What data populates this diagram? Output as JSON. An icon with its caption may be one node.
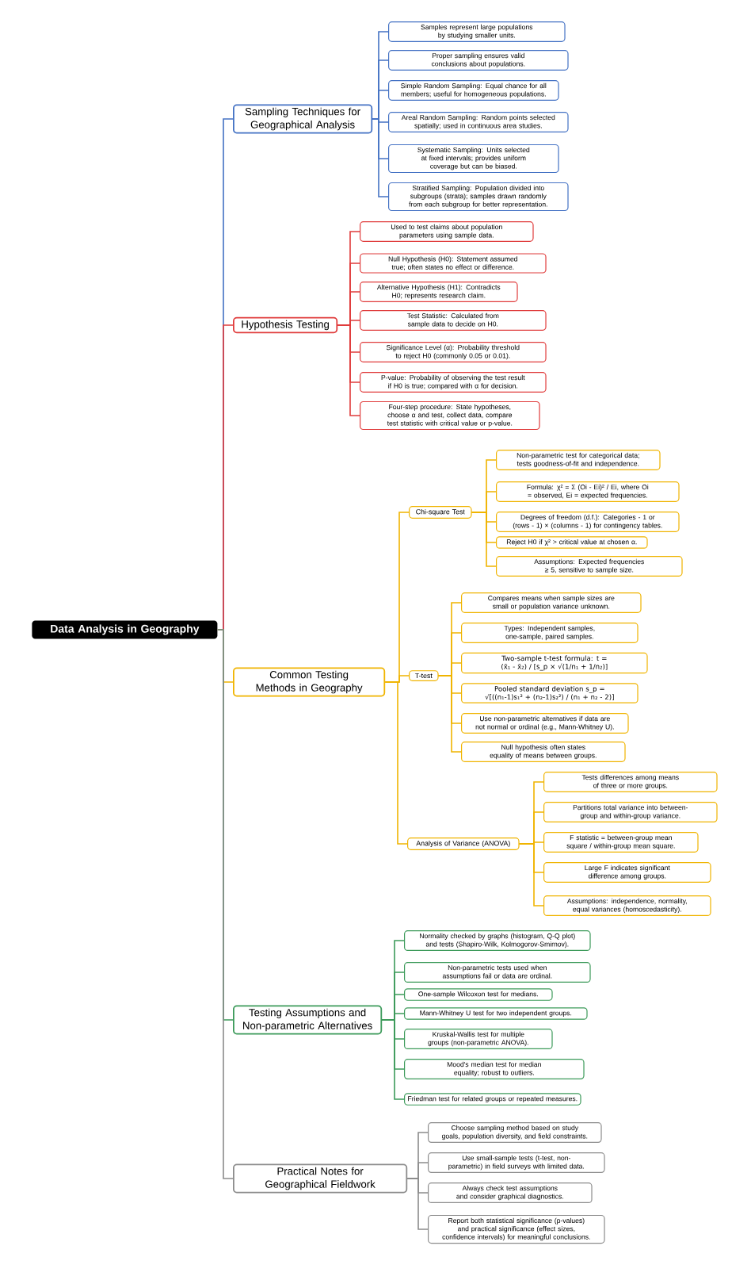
{
  "diagram": {
    "nodes": [
      {
        "text": [
          "Data Analysis in Geography"
        ]
      },
      {
        "text": [
          "Sampling Techniques for Geographical Analysis"
        ]
      },
      {
        "text": [
          "Samples represent large populations by studying smaller units."
        ]
      },
      {
        "text": [
          "Proper sampling ensures valid conclusions about populations."
        ]
      },
      {
        "text": [
          "Simple Random Sampling: Equal chance for all members; useful for homogeneous populations."
        ]
      },
      {
        "text": [
          "Areal Random Sampling: Random points selected spatially; used in continuous area studies."
        ]
      },
      {
        "text": [
          "Systematic Sampling: Units selected at fixed intervals; provides uniform coverage but can be biased."
        ]
      },
      {
        "text": [
          "Stratified Sampling: Population divided into subgroups (strata); samples drawn randomly from each subgroup for better representation."
        ]
      },
      {
        "text": [
          "Hypothesis Testing"
        ]
      },
      {
        "text": [
          "Used to test claims about population parameters using sample data."
        ]
      },
      {
        "text": [
          "Null Hypothesis (H0): Statement assumed true; often states no effect or difference."
        ]
      },
      {
        "text": [
          "Alternative Hypothesis (H1): Contradicts H0; represents research claim."
        ]
      },
      {
        "text": [
          "Test Statistic: Calculated from sample data to decide on H0."
        ]
      },
      {
        "text": [
          "Significance Level (α): Probability threshold to reject H0 (commonly 0.05 or 0.01)."
        ]
      },
      {
        "text": [
          "P-value: Probability of observing the test result if H0 is true; compared with α for decision."
        ]
      },
      {
        "text": [
          "Four-step procedure: State hypotheses, choose α and test, collect data, compare test statistic with critical value or p-value."
        ]
      },
      {
        "text": [
          "Common Testing Methods in Geography"
        ]
      },
      {
        "text": [
          "Chi-square Test"
        ]
      },
      {
        "text": [
          "Non-parametric test for categorical data; tests goodness-of-fit and independence."
        ]
      },
      {
        "text": [
          "Formula: χ² = Σ (Oi - Ei)² / Ei, where Oi = observed, Ei = expected frequencies."
        ]
      },
      {
        "text": [
          "Degrees of freedom (d.f.): Categories - 1 or (rows - 1) × (columns - 1) for contingency tables."
        ]
      },
      {
        "text": [
          "Reject H0 if χ² > critical value at chosen α."
        ]
      },
      {
        "text": [
          "Assumptions: Expected frequencies ≥ 5, sensitive to sample size."
        ]
      },
      {
        "text": [
          "T-test"
        ]
      },
      {
        "text": [
          "Compares means when sample sizes are small or population variance unknown."
        ]
      },
      {
        "text": [
          "Types: Independent samples, one-sample, paired samples."
        ]
      },
      {
        "text": [
          "Two-sample t-test formula: t = (x̄₁ - x̄₂) / [s_p × √(1/n₁ + 1/n₂)]"
        ]
      },
      {
        "text": [
          "Pooled standard deviation s_p = √[((n₁-1)s₁² + (n₂-1)s₂²) / (n₁ + n₂ - 2)]"
        ]
      },
      {
        "text": [
          "Use non-parametric alternatives if data are not normal or ordinal (e.g., Mann-Whitney U)."
        ]
      },
      {
        "text": [
          "Null hypothesis often states equality of means between groups."
        ]
      },
      {
        "text": [
          "Analysis of Variance (ANOVA)"
        ]
      },
      {
        "text": [
          "Tests differences among means of three or more groups."
        ]
      },
      {
        "text": [
          "Partitions total variance into between-group and within-group variance."
        ]
      },
      {
        "text": [
          "F statistic = between-group mean square / within-group mean square."
        ]
      },
      {
        "text": [
          "Large F indicates significant difference among groups."
        ]
      },
      {
        "text": [
          "Assumptions: independence, normality, equal variances (homoscedasticity)."
        ]
      },
      {
        "text": [
          "Testing Assumptions and Non-parametric Alternatives"
        ]
      },
      {
        "text": [
          "Normality checked by graphs (histogram, Q-Q plot) and tests (Shapiro-Wilk, Kolmogorov-Smirnov)."
        ]
      },
      {
        "text": [
          "Non-parametric tests used when assumptions fail or data are ordinal."
        ]
      },
      {
        "text": [
          "One-sample Wilcoxon test for medians."
        ]
      },
      {
        "text": [
          "Mann-Whitney U test for two independent groups."
        ]
      },
      {
        "text": [
          "Kruskal-Wallis test for multiple groups (non-parametric ANOVA)."
        ]
      },
      {
        "text": [
          "Mood's median test for median equality; robust to outliers."
        ]
      },
      {
        "text": [
          "Friedman test for related groups or repeated measures."
        ]
      },
      {
        "text": [
          "Practical Notes for Geographical Fieldwork"
        ]
      },
      {
        "text": [
          "Choose sampling method based on study goals, population diversity, and field constraints."
        ]
      },
      {
        "text": [
          "Use small-sample tests (t-test, non-parametric) in field surveys with limited data."
        ]
      },
      {
        "text": [
          "Always check test assumptions and consider graphical diagnostics."
        ]
      },
      {
        "text": [
          "Report both statistical significance (p-values) and practical significance (effect sizes, confidence intervals) for meaningful conclusions."
        ]
      }
    ],
    "edges": [
      {
        "from": 0,
        "to": 1,
        "arrow": "none",
        "color": "#4472c4"
      },
      {
        "from": 1,
        "to": 2,
        "arrow": "none",
        "color": "#4472c4"
      },
      {
        "from": 1,
        "to": 3,
        "arrow": "none",
        "color": "#4472c4"
      },
      {
        "from": 1,
        "to": 4,
        "arrow": "none",
        "color": "#4472c4"
      },
      {
        "from": 1,
        "to": 5,
        "arrow": "none",
        "color": "#4472c4"
      },
      {
        "from": 1,
        "to": 6,
        "arrow": "none",
        "color": "#4472c4"
      },
      {
        "from": 1,
        "to": 7,
        "arrow": "none",
        "color": "#4472c4"
      },
      {
        "from": 0,
        "to": 8,
        "arrow": "none",
        "color": "#e03c3c"
      },
      {
        "from": 8,
        "to": 9,
        "arrow": "none",
        "color": "#e03c3c"
      },
      {
        "from": 8,
        "to": 10,
        "arrow": "none",
        "color": "#e03c3c"
      },
      {
        "from": 8,
        "to": 11,
        "arrow": "none",
        "color": "#e03c3c"
      },
      {
        "from": 8,
        "to": 12,
        "arrow": "none",
        "color": "#e03c3c"
      },
      {
        "from": 8,
        "to": 13,
        "arrow": "none",
        "color": "#e03c3c"
      },
      {
        "from": 8,
        "to": 14,
        "arrow": "none",
        "color": "#e03c3c"
      },
      {
        "from": 8,
        "to": 15,
        "arrow": "none",
        "color": "#e03c3c"
      },
      {
        "from": 0,
        "to": 16,
        "arrow": "none"
      },
      {
        "from": 16,
        "to": 17,
        "arrow": "none"
      },
      {
        "from": 17,
        "to": 18,
        "arrow": "none"
      },
      {
        "from": 17,
        "to": 19,
        "arrow": "none"
      },
      {
        "from": 17,
        "to": 20,
        "arrow": "none"
      },
      {
        "from": 17,
        "to": 21,
        "arrow": "none"
      },
      {
        "from": 17,
        "to": 22,
        "arrow": "none"
      },
      {
        "from": 16,
        "to": 23,
        "arrow": "none"
      },
      {
        "from": 23,
        "to": 24,
        "arrow": "none"
      },
      {
        "from": 23,
        "to": 25,
        "arrow": "none"
      },
      {
        "from": 23,
        "to": 26,
        "arrow": "none"
      },
      {
        "from": 23,
        "to": 27,
        "arrow": "none"
      },
      {
        "from": 23,
        "to": 28,
        "arrow": "none"
      },
      {
        "from": 23,
        "to": 29,
        "arrow": "none"
      },
      {
        "from": 16,
        "to": 30,
        "arrow": "none"
      },
      {
        "from": 30,
        "to": 31,
        "arrow": "none"
      },
      {
        "from": 30,
        "to": 32,
        "arrow": "none"
      },
      {
        "from": 30,
        "to": 33,
        "arrow": "none"
      },
      {
        "from": 30,
        "to": 34,
        "arrow": "none"
      },
      {
        "from": 30,
        "to": 35,
        "arrow": "none"
      },
      {
        "from": 0,
        "to": 36,
        "arrow": "none",
        "color": "#3c9a5a"
      },
      {
        "from": 36,
        "to": 37,
        "arrow": "none",
        "color": "#3c9a5a"
      },
      {
        "from": 36,
        "to": 38,
        "arrow": "none",
        "color": "#3c9a5a"
      },
      {
        "from": 36,
        "to": 39,
        "arrow": "none",
        "color": "#3c9a5a"
      },
      {
        "from": 36,
        "to": 40,
        "arrow": "none",
        "color": "#3c9a5a"
      },
      {
        "from": 36,
        "to": 41,
        "arrow": "none",
        "color": "#3c9a5a"
      },
      {
        "from": 36,
        "to": 42,
        "arrow": "none",
        "color": "#3c9a5a"
      },
      {
        "from": 36,
        "to": 43,
        "arrow": "none",
        "color": "#3c9a5a"
      },
      {
        "from": 0,
        "to": 44,
        "arrow": "none",
        "color": "#8c8c8c"
      },
      {
        "from": 44,
        "to": 45,
        "arrow": "none",
        "color": "#8c8c8c"
      },
      {
        "from": 44,
        "to": 46,
        "arrow": "none",
        "color": "#8c8c8c"
      },
      {
        "from": 44,
        "to": 47,
        "arrow": "none",
        "color": "#8c8c8c"
      },
      {
        "from": 44,
        "to": 48,
        "arrow": "none",
        "color": "#8c8c8c"
      }
    ]
  }
}
